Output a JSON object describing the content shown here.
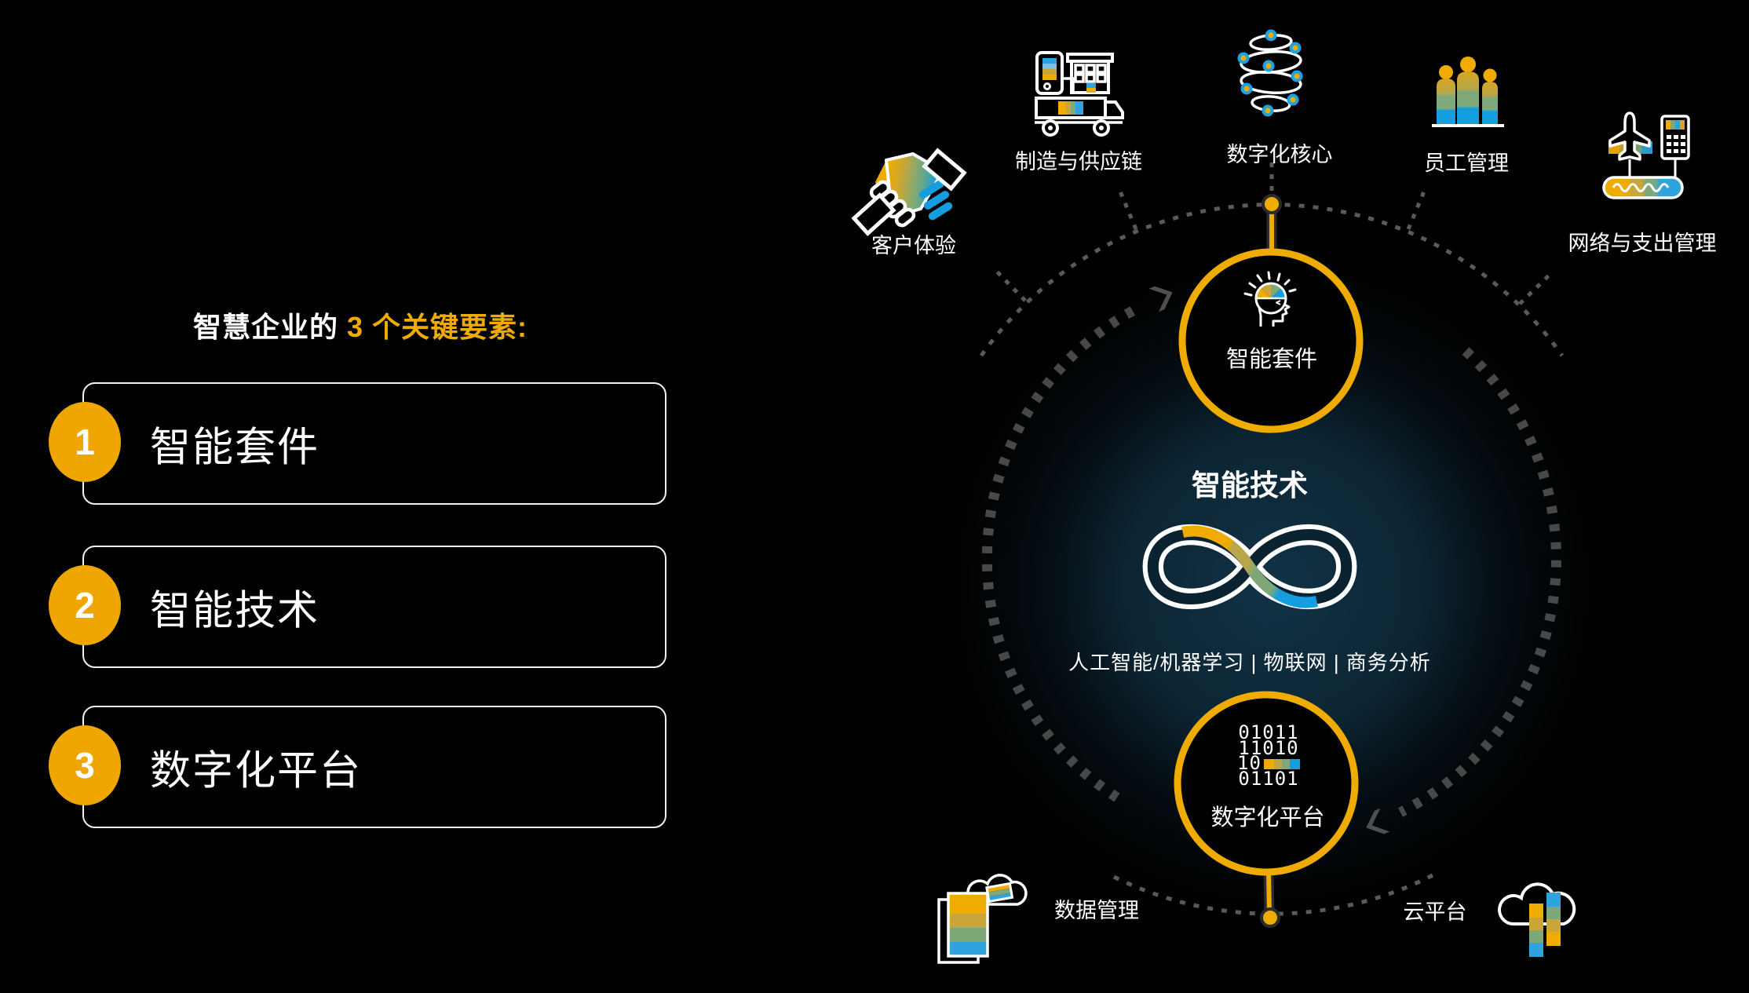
{
  "colors": {
    "background": "#000000",
    "gold": "#F0AB00",
    "olive": "#C9A637",
    "green": "#7FA878",
    "blue": "#149EE0",
    "ring_gray": "#5a5a5a",
    "arrow_gray": "#484848",
    "glow_teal": "#0d2836",
    "text_white": "#ffffff"
  },
  "left_panel": {
    "title": {
      "lead": "智慧企业的 ",
      "accent": "3 个关键要素:"
    },
    "items": [
      {
        "number": "1",
        "label": "智能套件"
      },
      {
        "number": "2",
        "label": "智能技术"
      },
      {
        "number": "3",
        "label": "数字化平台"
      }
    ]
  },
  "diagram": {
    "outer_icons": [
      {
        "id": "customer-experience",
        "label": "客户体验"
      },
      {
        "id": "manufacturing-supply-chain",
        "label": "制造与供应链"
      },
      {
        "id": "digital-core",
        "label": "数字化核心"
      },
      {
        "id": "people-management",
        "label": "员工管理"
      },
      {
        "id": "network-spend-management",
        "label": "网络与支出管理"
      },
      {
        "id": "data-management",
        "label": "数据管理"
      },
      {
        "id": "cloud-platform",
        "label": "云平台"
      }
    ],
    "top_node": {
      "label": "智能套件"
    },
    "center": {
      "title": "智能技术",
      "subtitle": "人工智能/机器学习 | 物联网 | 商务分析"
    },
    "bottom_node": {
      "label": "数字化平台",
      "binary_lines": [
        "01011",
        "11010",
        "10",
        "01101"
      ]
    }
  }
}
